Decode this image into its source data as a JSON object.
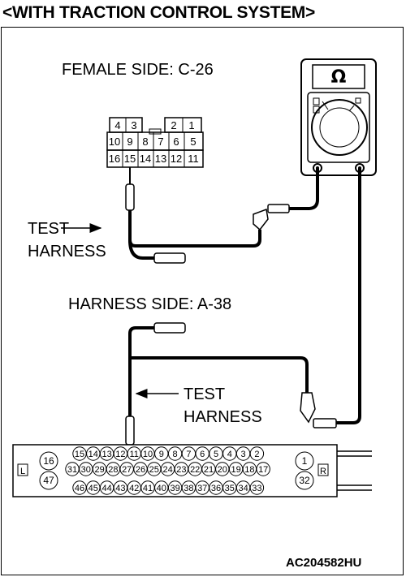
{
  "title": "<WITH TRACTION CONTROL SYSTEM>",
  "female_side": {
    "label": "FEMALE SIDE: C-26",
    "pins": [
      "4",
      "3",
      "2",
      "1",
      "10",
      "9",
      "8",
      "7",
      "6",
      "5",
      "16",
      "15",
      "14",
      "13",
      "12",
      "11"
    ]
  },
  "harness_side": {
    "label": "HARNESS SIDE: A-38",
    "row1": [
      "15",
      "14",
      "13",
      "12",
      "11",
      "10",
      "9",
      "8",
      "7",
      "6",
      "5",
      "4",
      "3",
      "2"
    ],
    "row2": [
      "31",
      "30",
      "29",
      "28",
      "27",
      "26",
      "25",
      "24",
      "23",
      "22",
      "21",
      "20",
      "19",
      "18",
      "17"
    ],
    "row3": [
      "46",
      "45",
      "44",
      "43",
      "42",
      "41",
      "40",
      "39",
      "38",
      "37",
      "36",
      "35",
      "34",
      "33"
    ],
    "left_pins": [
      "16",
      "47"
    ],
    "right_pins": [
      "1",
      "32"
    ],
    "left_marker": "L",
    "right_marker": "R"
  },
  "test_harness_line1": "TEST",
  "test_harness_line2": "HARNESS",
  "meter": {
    "symbol": "Ω"
  },
  "figure_code": "AC204582HU"
}
